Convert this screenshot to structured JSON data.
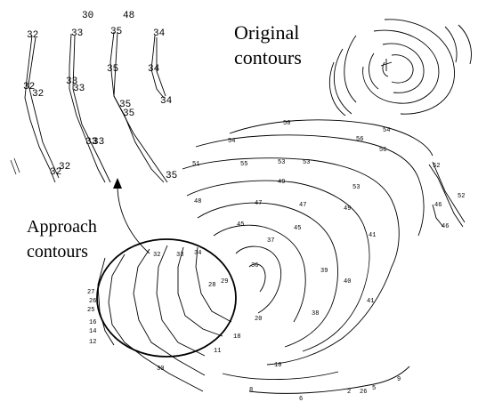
{
  "annotations": {
    "original_line1": "Original",
    "original_line2": "contours",
    "approach_line1": "Approach",
    "approach_line2": "contours"
  },
  "zoom_labels": [
    {
      "text": "32"
    },
    {
      "text": "33"
    },
    {
      "text": "35"
    },
    {
      "text": "34"
    },
    {
      "text": "30"
    },
    {
      "text": "48"
    },
    {
      "text": "32"
    },
    {
      "text": "32"
    },
    {
      "text": "33"
    },
    {
      "text": "33"
    },
    {
      "text": "35"
    },
    {
      "text": "35"
    },
    {
      "text": "35"
    },
    {
      "text": "34"
    },
    {
      "text": "34"
    },
    {
      "text": "33"
    },
    {
      "text": "33"
    },
    {
      "text": "32"
    },
    {
      "text": "32"
    },
    {
      "text": "35"
    }
  ],
  "map_labels": [
    {
      "text": "50"
    },
    {
      "text": "54"
    },
    {
      "text": "54"
    },
    {
      "text": "56"
    },
    {
      "text": "56"
    },
    {
      "text": "55"
    },
    {
      "text": "53"
    },
    {
      "text": "53"
    },
    {
      "text": "51"
    },
    {
      "text": "53"
    },
    {
      "text": "49"
    },
    {
      "text": "49"
    },
    {
      "text": "48"
    },
    {
      "text": "47"
    },
    {
      "text": "45"
    },
    {
      "text": "47"
    },
    {
      "text": "45"
    },
    {
      "text": "41"
    },
    {
      "text": "41"
    },
    {
      "text": "40"
    },
    {
      "text": "39"
    },
    {
      "text": "38"
    },
    {
      "text": "37"
    },
    {
      "text": "36"
    },
    {
      "text": "34"
    },
    {
      "text": "33"
    },
    {
      "text": "32"
    },
    {
      "text": "30"
    },
    {
      "text": "29"
    },
    {
      "text": "28"
    },
    {
      "text": "27"
    },
    {
      "text": "26"
    },
    {
      "text": "25"
    },
    {
      "text": "20"
    },
    {
      "text": "18"
    },
    {
      "text": "16"
    },
    {
      "text": "14"
    },
    {
      "text": "12"
    },
    {
      "text": "11"
    },
    {
      "text": "10"
    },
    {
      "text": "52"
    },
    {
      "text": "52"
    },
    {
      "text": "46"
    },
    {
      "text": "46"
    },
    {
      "text": "9"
    },
    {
      "text": "8"
    },
    {
      "text": "6"
    },
    {
      "text": "2"
    },
    {
      "text": "26"
    },
    {
      "text": "5"
    }
  ]
}
